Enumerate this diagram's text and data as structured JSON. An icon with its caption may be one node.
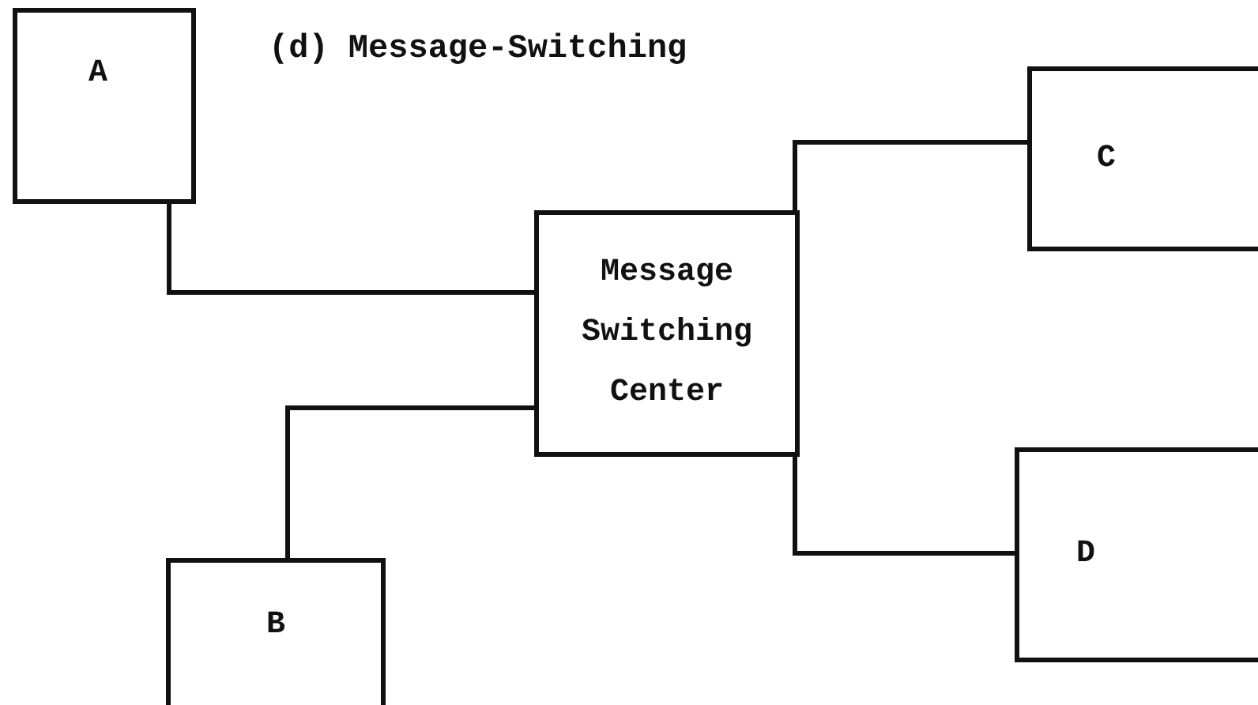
{
  "diagram": {
    "title": "(d) Message-Switching",
    "nodes": [
      {
        "text": [
          "A"
        ]
      },
      {
        "text": [
          "C"
        ]
      },
      {
        "text": [
          "Message Switching Center"
        ]
      },
      {
        "text": [
          "D"
        ]
      },
      {
        "text": [
          "B"
        ]
      }
    ],
    "edges": [
      {
        "from": 0,
        "to": 2,
        "arrow": "none"
      },
      {
        "from": 2,
        "to": 1,
        "arrow": "none"
      },
      {
        "from": 2,
        "to": 3,
        "arrow": "none"
      },
      {
        "from": 4,
        "to": 2,
        "arrow": "none"
      }
    ]
  }
}
